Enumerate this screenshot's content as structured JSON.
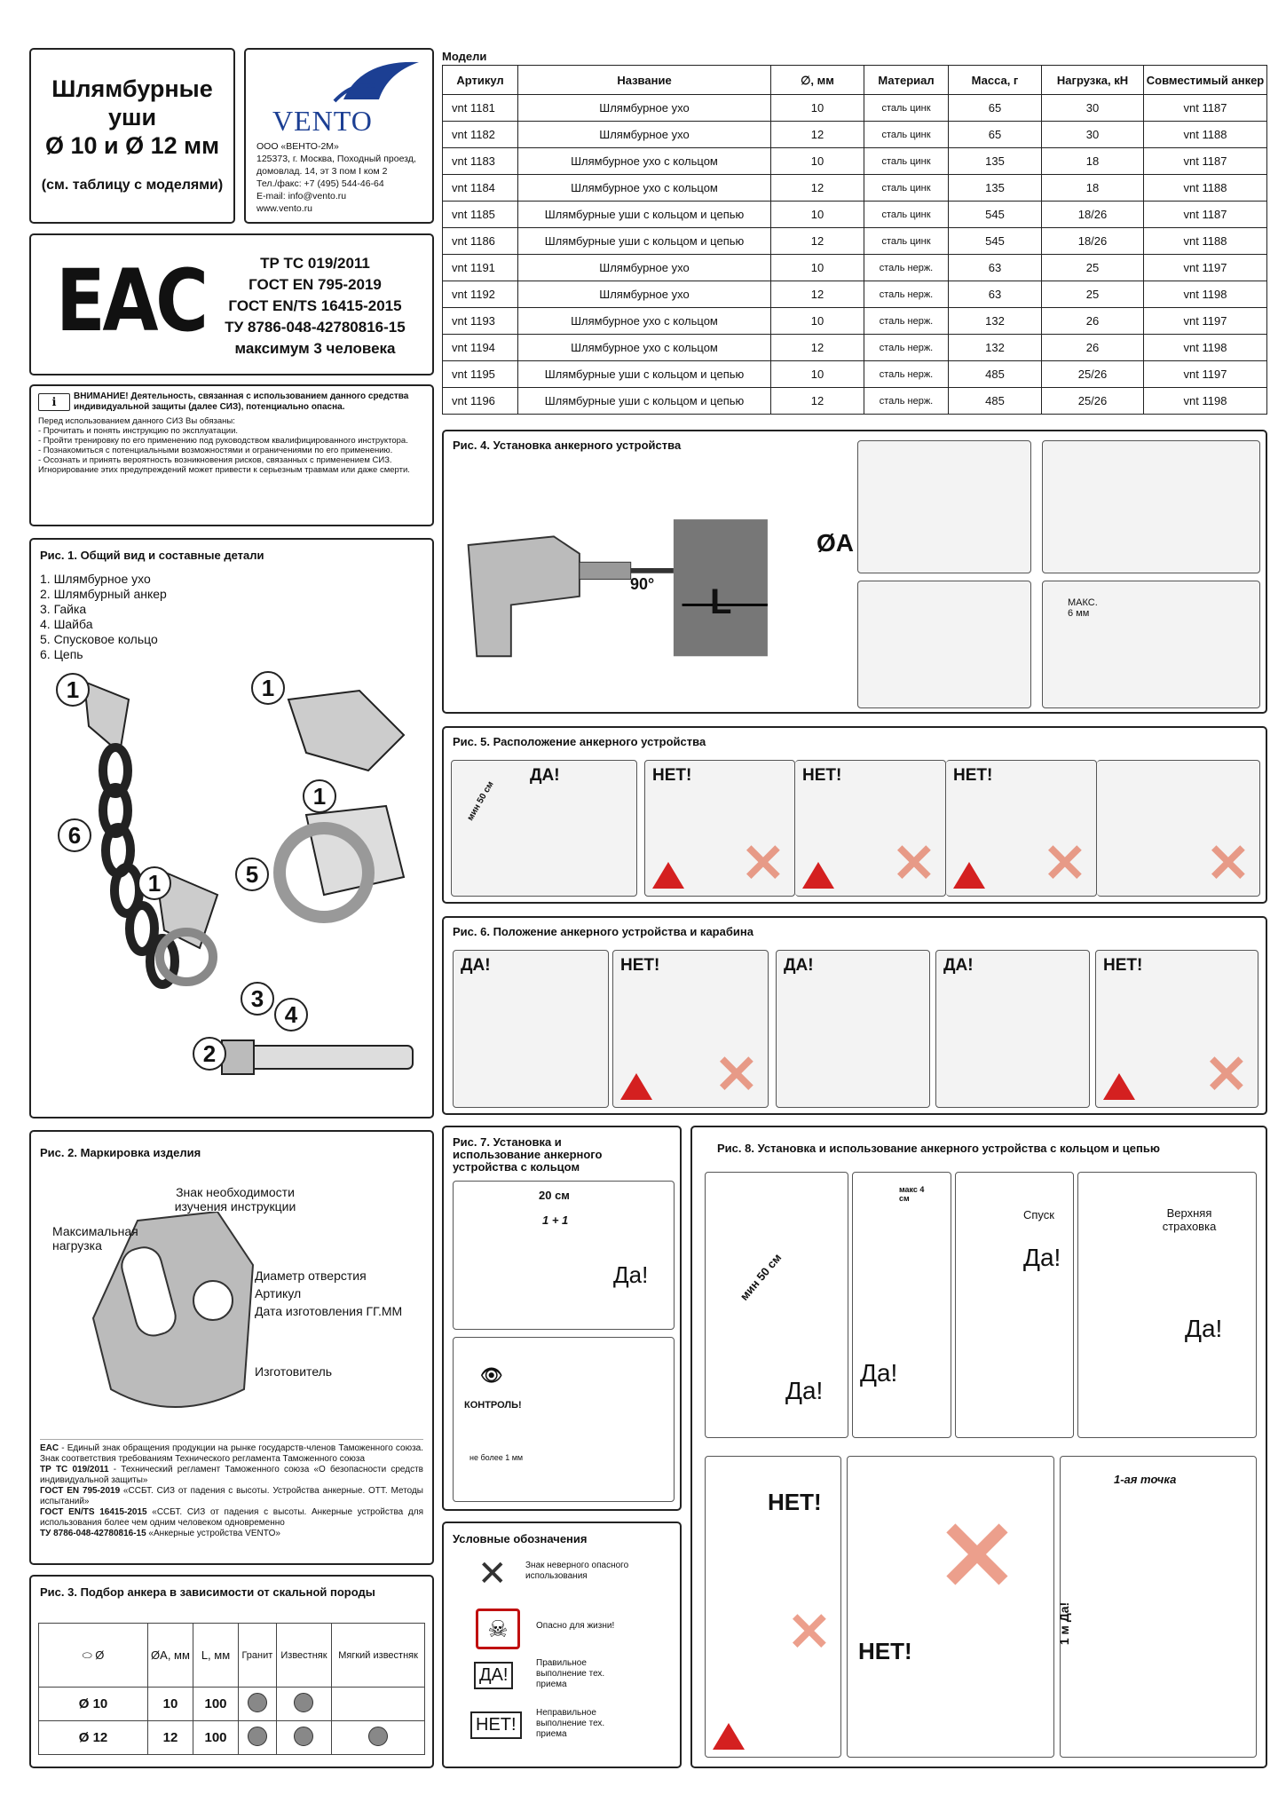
{
  "header": {
    "title_lines": [
      "Шлямбурные",
      "уши",
      "Ø 10 и Ø 12 мм"
    ],
    "subtitle": "(см. таблицу с моделями)",
    "brand": "VENTO",
    "company_lines": [
      "ООО «ВЕНТО-2М»",
      "125373, г. Москва, Походный проезд,",
      "домовлад. 14, эт 3 пом I ком 2",
      "Тел./факс: +7 (495) 544-46-64",
      "E-mail: info@vento.ru",
      "www.vento.ru"
    ]
  },
  "cert": {
    "logo": "EAC",
    "lines": [
      "ТР ТС 019/2011",
      "ГОСТ EN 795-2019",
      "ГОСТ EN/TS 16415-2015",
      "ТУ 8786-048-42780816-15",
      "максимум 3 человека"
    ]
  },
  "warning": {
    "heading": "ВНИМАНИЕ! Деятельность, связанная с использованием данного средства индивидуальной защиты (далее СИЗ), потенциально опасна.",
    "lines": [
      "Перед использованием данного СИЗ Вы обязаны:",
      "- Прочитать и понять инструкцию по эксплуатации.",
      "- Пройти тренировку по его применению под руководством квалифицированного инструктора.",
      "- Познакомиться с потенциальными возможностями и ограничениями по его применению.",
      "- Осознать и принять вероятность возникновения рисков, связанных с применением СИЗ.",
      "Игнорирование этих предупреждений может привести к серьезным травмам или даже смерти."
    ]
  },
  "fig1": {
    "title": "Рис. 1.  Общий вид и составные детали",
    "items": [
      "1. Шлямбурное ухо",
      "2. Шлямбурный анкер",
      "3. Гайка",
      "4. Шайба",
      "5. Спусковое кольцо",
      "6. Цепь"
    ],
    "callouts": [
      "1",
      "1",
      "6",
      "1",
      "1",
      "5",
      "3",
      "4",
      "2"
    ]
  },
  "fig2": {
    "title": "Рис. 2. Маркировка изделия",
    "labels": [
      "Знак необходимости изучения инструкции",
      "Максимальная нагрузка",
      "Диаметр отверстия",
      "Артикул",
      "Дата изготовления ГГ.ММ",
      "Изготовитель"
    ],
    "notes": [
      {
        "term": "EAC",
        "text": " - Единый знак обращения продукции на рынке государств-членов Таможенного союза. Знак соответствия требованиям Технического регламента Таможенного союза"
      },
      {
        "term": "ТР ТС 019/2011",
        "text": " - Технический регламент Таможенного союза «О безопасности средств индивидуальной защиты»"
      },
      {
        "term": "ГОСТ EN 795-2019",
        "text": " «ССБТ. СИЗ от падения с высоты. Устройства анкерные. ОТТ. Методы испытаний»"
      },
      {
        "term": "ГОСТ EN/TS 16415-2015",
        "text": " «ССБТ. СИЗ от падения с высоты. Анкерные устройства для использования более чем одним человеком одновременно"
      },
      {
        "term": "ТУ 8786-048-42780816-15",
        "text": " «Анкерные устройства VENTO»"
      }
    ]
  },
  "fig3": {
    "title": "Рис. 3. Подбор анкера в зависимости от скальной породы",
    "head": {
      "d": "ØA, мм",
      "l": "L, мм",
      "granite": "Гранит",
      "limestone": "Известняк",
      "soft": "Мягкий известняк"
    },
    "rows": [
      {
        "size": "Ø 10",
        "d": "10",
        "l": "100",
        "granite": true,
        "limestone": true,
        "soft": false
      },
      {
        "size": "Ø 12",
        "d": "12",
        "l": "100",
        "granite": true,
        "limestone": true,
        "soft": true
      }
    ]
  },
  "models": {
    "caption": "Модели",
    "columns": [
      "Артикул",
      "Название",
      "∅, мм",
      "Материал",
      "Масса, г",
      "Нагрузка, кН",
      "Совместимый анкер"
    ],
    "rows": [
      [
        "vnt 1181",
        "Шлямбурное ухо",
        "10",
        "сталь цинк",
        "65",
        "30",
        "vnt 1187"
      ],
      [
        "vnt 1182",
        "Шлямбурное ухо",
        "12",
        "сталь цинк",
        "65",
        "30",
        "vnt 1188"
      ],
      [
        "vnt 1183",
        "Шлямбурное ухо с кольцом",
        "10",
        "сталь цинк",
        "135",
        "18",
        "vnt 1187"
      ],
      [
        "vnt 1184",
        "Шлямбурное ухо с кольцом",
        "12",
        "сталь цинк",
        "135",
        "18",
        "vnt 1188"
      ],
      [
        "vnt 1185",
        "Шлямбурные уши с кольцом и цепью",
        "10",
        "сталь цинк",
        "545",
        "18/26",
        "vnt 1187"
      ],
      [
        "vnt 1186",
        "Шлямбурные уши с кольцом и цепью",
        "12",
        "сталь цинк",
        "545",
        "18/26",
        "vnt 1188"
      ],
      [
        "vnt 1191",
        "Шлямбурное ухо",
        "10",
        "сталь нерж.",
        "63",
        "25",
        "vnt 1197"
      ],
      [
        "vnt 1192",
        "Шлямбурное ухо",
        "12",
        "сталь нерж.",
        "63",
        "25",
        "vnt 1198"
      ],
      [
        "vnt 1193",
        "Шлямбурное ухо с кольцом",
        "10",
        "сталь нерж.",
        "132",
        "26",
        "vnt 1197"
      ],
      [
        "vnt 1194",
        "Шлямбурное ухо с кольцом",
        "12",
        "сталь нерж.",
        "132",
        "26",
        "vnt 1198"
      ],
      [
        "vnt 1195",
        "Шлямбурные уши с кольцом и цепью",
        "10",
        "сталь нерж.",
        "485",
        "25/26",
        "vnt 1197"
      ],
      [
        "vnt 1196",
        "Шлямбурные уши с кольцом и цепью",
        "12",
        "сталь нерж.",
        "485",
        "25/26",
        "vnt 1198"
      ]
    ]
  },
  "fig4": {
    "title": "Рис. 4. Установка анкерного устройства",
    "angle": "90°",
    "dia": "ØA",
    "len": "L",
    "max_label": "МАКС.",
    "max_value": "6 мм"
  },
  "fig5": {
    "title": "Рис. 5. Расположение анкерного устройства",
    "yes": "ДА!",
    "no": "НЕТ!",
    "min": "мин 50 см"
  },
  "fig6": {
    "title": "Рис. 6. Положение анкерного устройства и карабина",
    "yes": "ДА!",
    "no": "НЕТ!"
  },
  "fig7": {
    "title": "Рис. 7. Установка и использование анкерного устройства с кольцом",
    "dist": "20 см",
    "ratio": "1 + 1",
    "yes": "Да!",
    "control": "КОНТРОЛЬ!",
    "gap": "не более 1 мм"
  },
  "fig8": {
    "title": "Рис. 8. Установка и использование анкерного устройства с кольцом и цепью",
    "min": "мин 50 см",
    "yes": "Да!",
    "max": "макс 4 см",
    "descent": "Спуск",
    "top": "Верхняя страховка",
    "no": "НЕТ!",
    "first": "1-ая точка",
    "onem": "1 м  Да!"
  },
  "legend": {
    "title": "Условные обозначения",
    "items": [
      {
        "sym": "✕",
        "text": "Знак неверного опасного использования"
      },
      {
        "sym": "☠",
        "text": "Опасно для жизни!"
      },
      {
        "sym": "ДА!",
        "text": "Правильное выполнение тех. приема"
      },
      {
        "sym": "НЕТ!",
        "text": "Неправильное выполнение тех. приема"
      }
    ]
  }
}
